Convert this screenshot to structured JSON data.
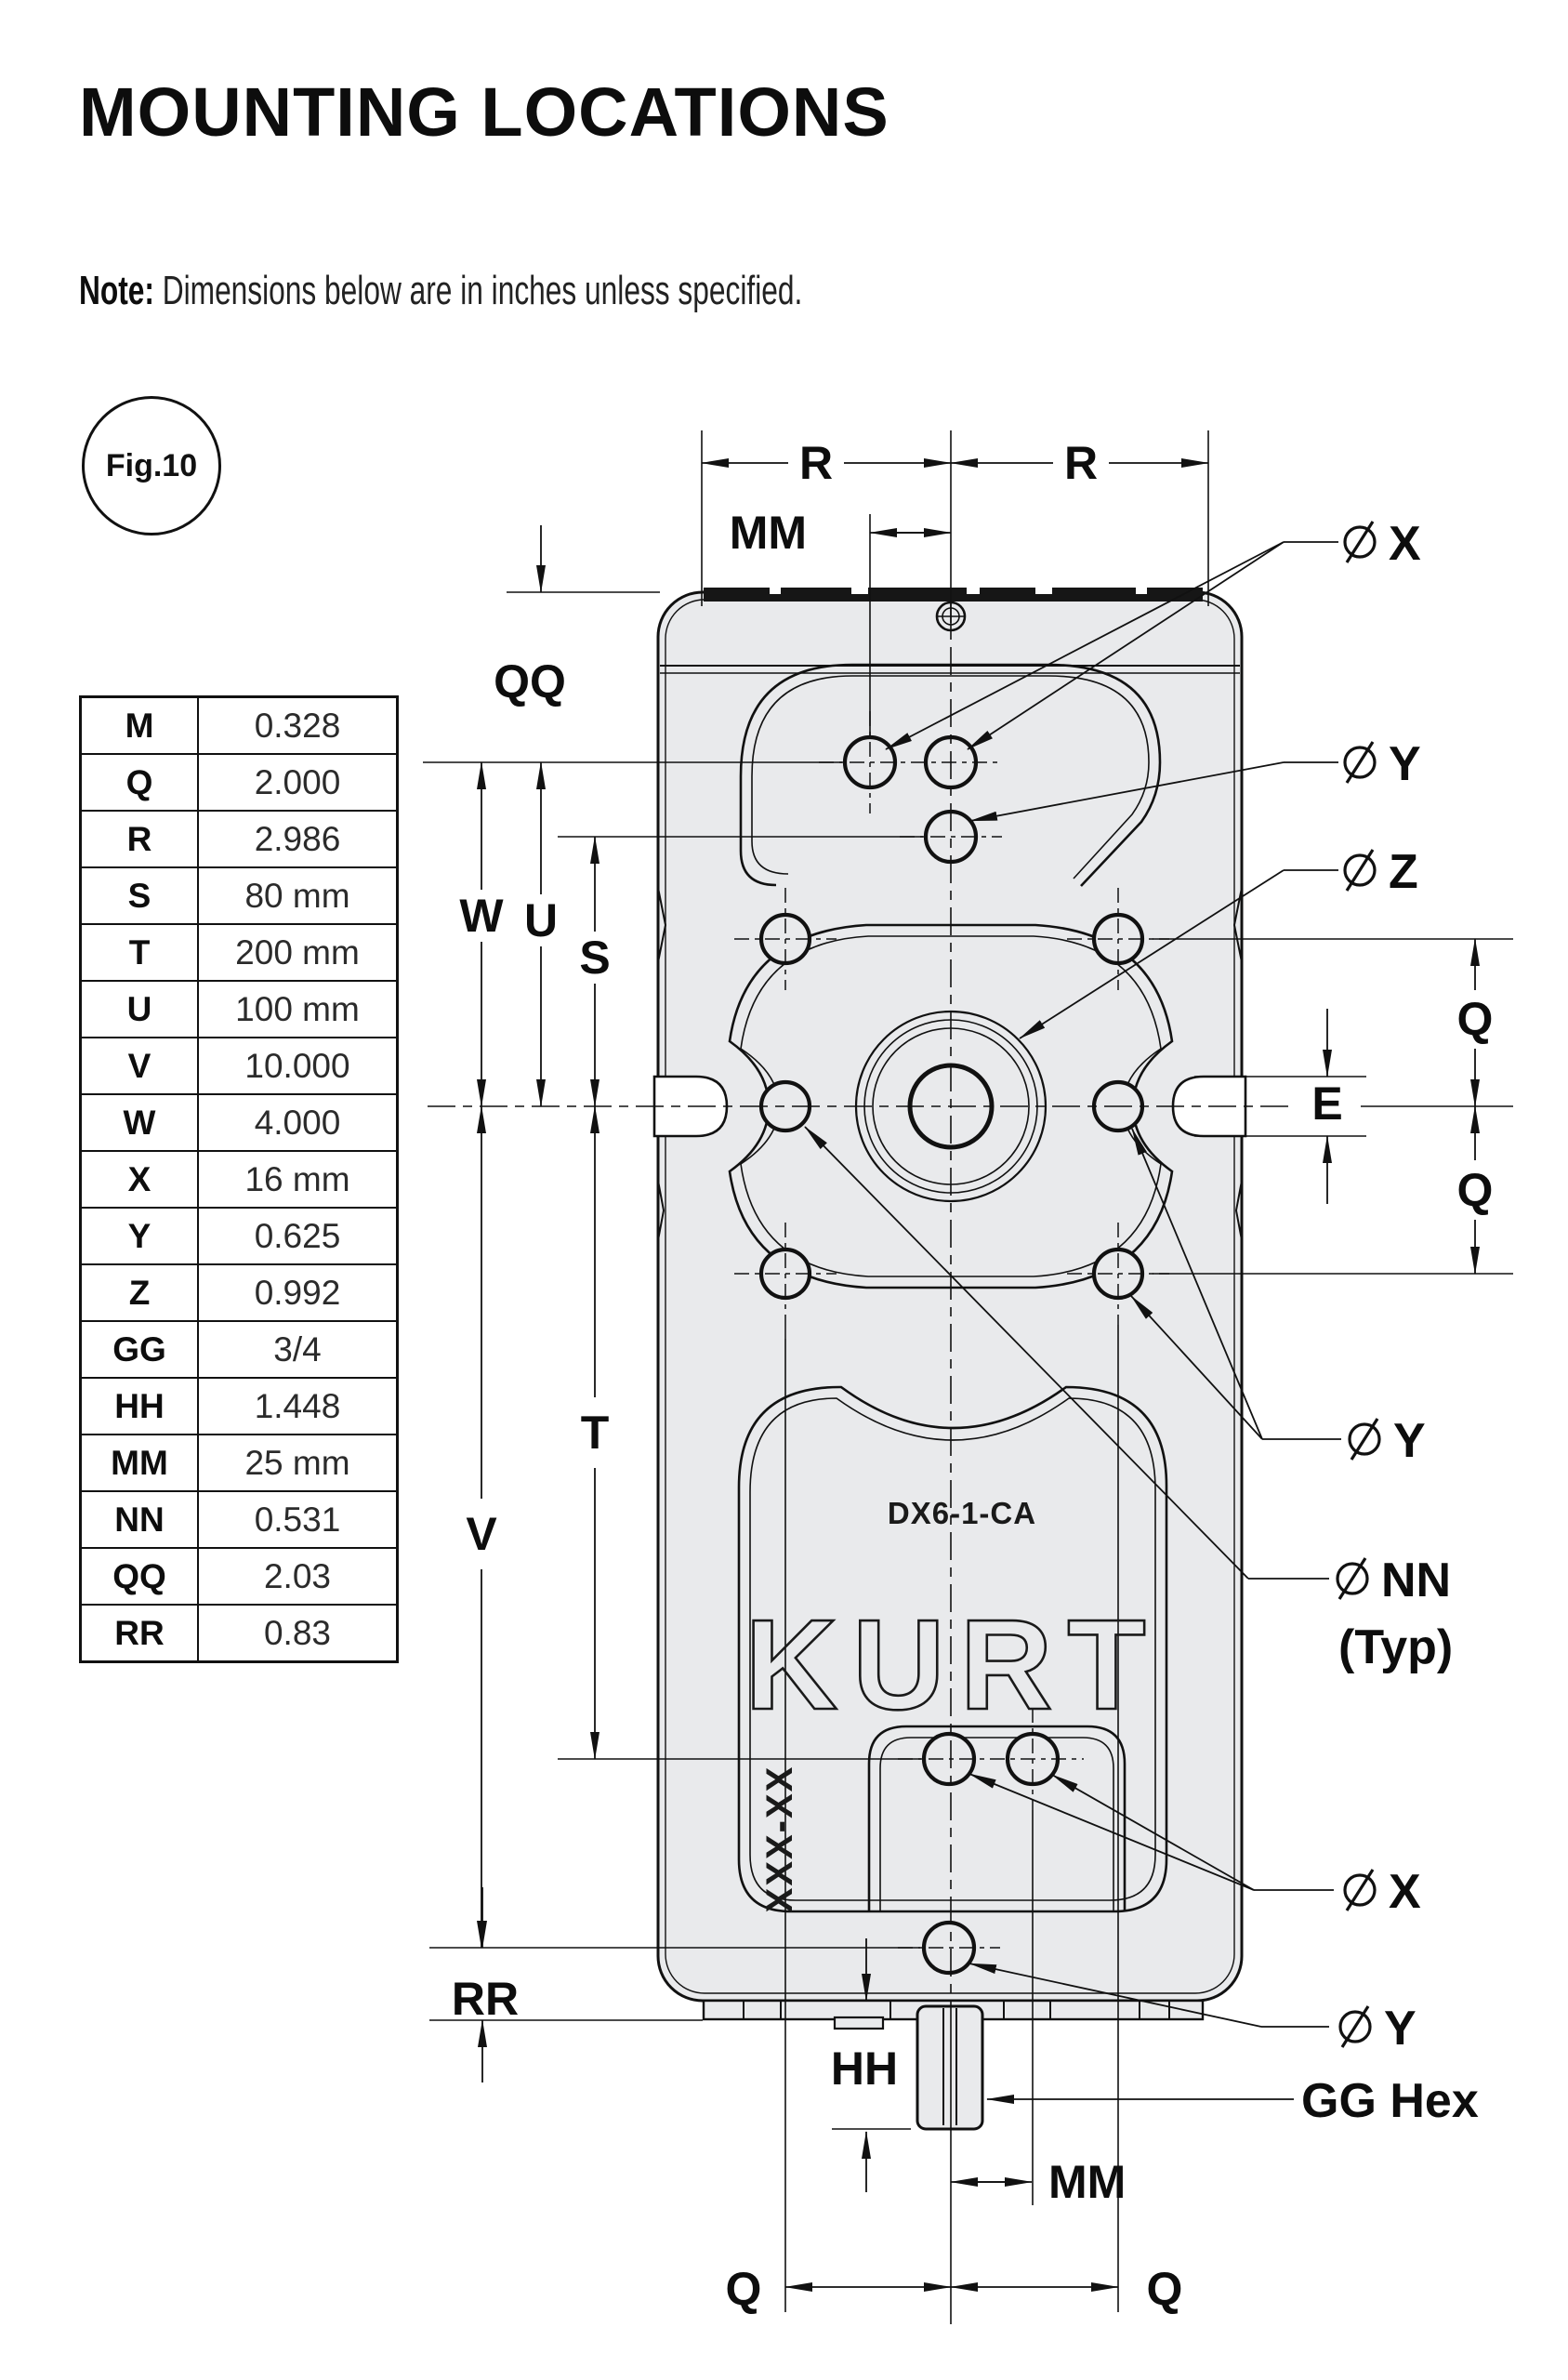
{
  "page": {
    "title": "MOUNTING LOCATIONS",
    "note_bold": "Note:",
    "note_rest": " Dimensions below are in inches unless specified.",
    "fig_label": "Fig.10"
  },
  "table": {
    "rows": [
      {
        "k": "M",
        "v": "0.328"
      },
      {
        "k": "Q",
        "v": "2.000"
      },
      {
        "k": "R",
        "v": "2.986"
      },
      {
        "k": "S",
        "v": "80 mm"
      },
      {
        "k": "T",
        "v": "200 mm"
      },
      {
        "k": "U",
        "v": "100 mm"
      },
      {
        "k": "V",
        "v": "10.000"
      },
      {
        "k": "W",
        "v": "4.000"
      },
      {
        "k": "X",
        "v": "16 mm"
      },
      {
        "k": "Y",
        "v": "0.625"
      },
      {
        "k": "Z",
        "v": "0.992"
      },
      {
        "k": "GG",
        "v": "3/4"
      },
      {
        "k": "HH",
        "v": "1.448"
      },
      {
        "k": "MM",
        "v": "25 mm"
      },
      {
        "k": "NN",
        "v": "0.531"
      },
      {
        "k": "QQ",
        "v": "2.03"
      },
      {
        "k": "RR",
        "v": "0.83"
      }
    ]
  },
  "drawing": {
    "model": "DX6-1-CA",
    "brand": "KURT",
    "serial": "XXX-XX",
    "dims": {
      "r_left": "R",
      "r_right": "R",
      "mm_top": "MM",
      "qq": "QQ",
      "w": "W",
      "u": "U",
      "s": "S",
      "q_top": "Q",
      "e": "E",
      "q_bot": "Q",
      "t": "T",
      "v": "V",
      "rr": "RR",
      "hh": "HH",
      "mm_bot": "MM",
      "q_bl": "Q",
      "q_br": "Q"
    },
    "callouts": {
      "x_top": "X",
      "y_top": "Y",
      "z": "Z",
      "y_mid": "Y",
      "nn": "NN",
      "nn_typ": "(Typ)",
      "x_bot": "X",
      "y_bot": "Y",
      "gg": "GG Hex"
    }
  },
  "colors": {
    "body_fill": "#e9eaec",
    "line": "#111111",
    "bg": "#ffffff"
  }
}
